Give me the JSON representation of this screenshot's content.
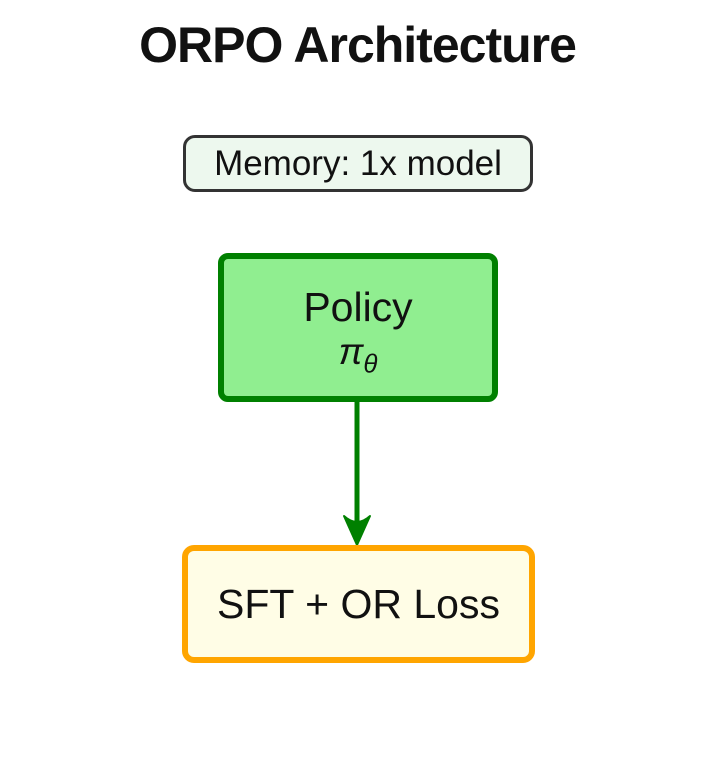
{
  "title": "ORPO Architecture",
  "memory_badge": {
    "label": "Memory: 1x model"
  },
  "nodes": [
    {
      "id": "policy",
      "label": "Policy",
      "symbol": "π",
      "symbol_sub": "θ"
    },
    {
      "id": "loss",
      "label": "SFT + OR Loss"
    }
  ],
  "edges": [
    {
      "from": "policy",
      "to": "loss",
      "direction": "down"
    }
  ],
  "colors": {
    "canvas_bg": "#ffffff",
    "title_color": "#111111",
    "text_color": "#111111",
    "memory_fill": "#edf8ee",
    "memory_border": "#333333",
    "policy_fill": "#90ee90",
    "policy_border": "#008000",
    "arrow_color": "#008000",
    "loss_fill": "#fffde6",
    "loss_border": "#ffa500"
  }
}
